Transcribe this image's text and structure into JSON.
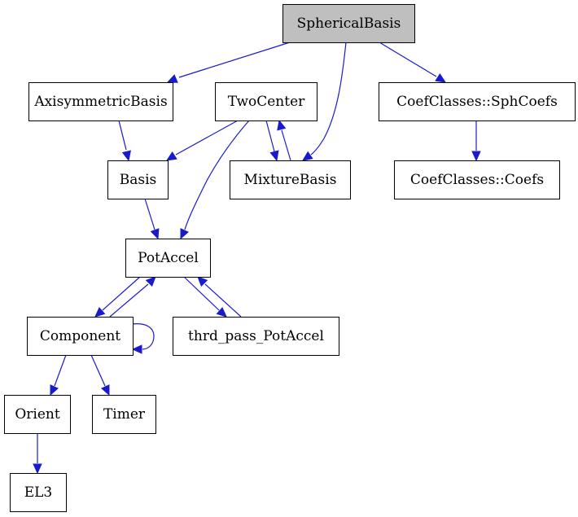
{
  "diagram": {
    "edge_color": "#1a1acd",
    "highlight_color": "#bfbfbf",
    "nodes": [
      {
        "id": "SphericalBasis",
        "label": "SphericalBasis",
        "highlight": true
      },
      {
        "id": "AxisymmetricBasis",
        "label": "AxisymmetricBasis"
      },
      {
        "id": "TwoCenter",
        "label": "TwoCenter"
      },
      {
        "id": "SphCoefs",
        "label": "CoefClasses::SphCoefs"
      },
      {
        "id": "Basis",
        "label": "Basis"
      },
      {
        "id": "MixtureBasis",
        "label": "MixtureBasis"
      },
      {
        "id": "Coefs",
        "label": "CoefClasses::Coefs"
      },
      {
        "id": "PotAccel",
        "label": "PotAccel"
      },
      {
        "id": "Component",
        "label": "Component"
      },
      {
        "id": "thrd_pass_PotAccel",
        "label": "thrd_pass_PotAccel"
      },
      {
        "id": "Orient",
        "label": "Orient"
      },
      {
        "id": "Timer",
        "label": "Timer"
      },
      {
        "id": "EL3",
        "label": "EL3"
      }
    ],
    "edges": [
      {
        "from": "SphericalBasis",
        "to": "AxisymmetricBasis"
      },
      {
        "from": "SphericalBasis",
        "to": "MixtureBasis"
      },
      {
        "from": "SphericalBasis",
        "to": "SphCoefs"
      },
      {
        "from": "AxisymmetricBasis",
        "to": "Basis"
      },
      {
        "from": "TwoCenter",
        "to": "Basis"
      },
      {
        "from": "TwoCenter",
        "to": "PotAccel"
      },
      {
        "from": "TwoCenter",
        "to": "MixtureBasis"
      },
      {
        "from": "MixtureBasis",
        "to": "TwoCenter"
      },
      {
        "from": "SphCoefs",
        "to": "Coefs"
      },
      {
        "from": "Basis",
        "to": "PotAccel"
      },
      {
        "from": "PotAccel",
        "to": "Component"
      },
      {
        "from": "Component",
        "to": "PotAccel"
      },
      {
        "from": "PotAccel",
        "to": "thrd_pass_PotAccel"
      },
      {
        "from": "thrd_pass_PotAccel",
        "to": "PotAccel"
      },
      {
        "from": "Component",
        "to": "Component"
      },
      {
        "from": "Component",
        "to": "Orient"
      },
      {
        "from": "Component",
        "to": "Timer"
      },
      {
        "from": "Orient",
        "to": "EL3"
      }
    ]
  }
}
